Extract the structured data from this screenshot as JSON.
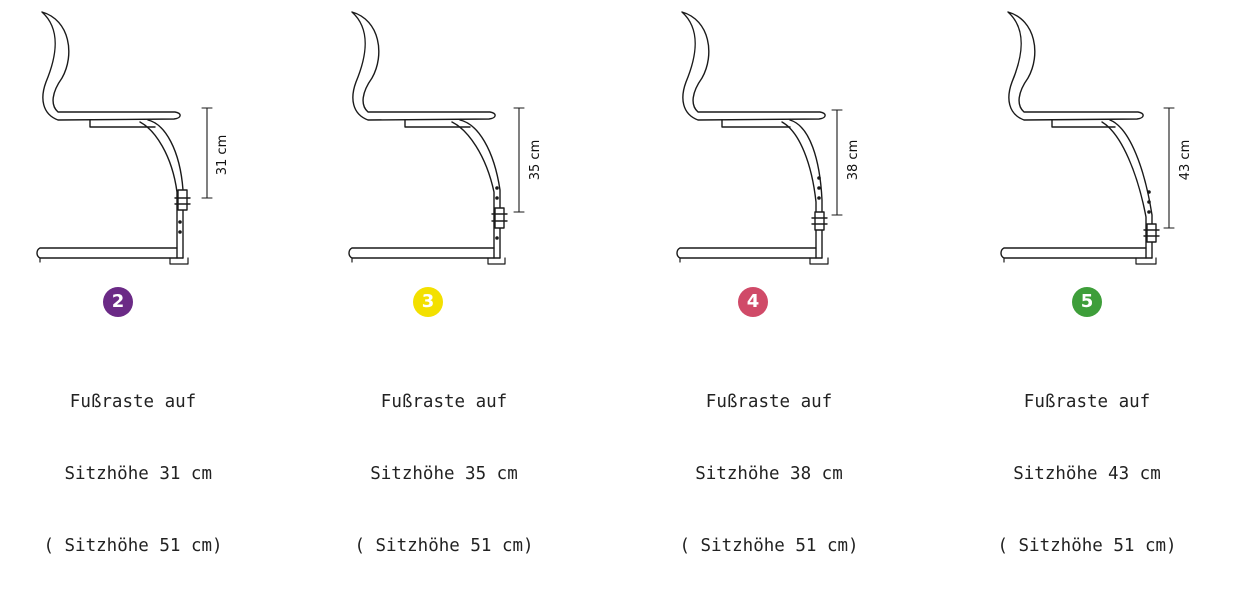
{
  "panels": [
    {
      "number": "2",
      "color": "#6b2a86",
      "height_label": "31 cm",
      "line1": "Fußraste auf",
      "line2": " Sitzhöhe 31 cm",
      "line3": "( Sitzhöhe 51 cm)"
    },
    {
      "number": "3",
      "color": "#f3e000",
      "height_label": "35 cm",
      "line1": "Fußraste auf",
      "line2": "Sitzhöhe 35 cm",
      "line3": "( Sitzhöhe 51 cm)"
    },
    {
      "number": "4",
      "color": "#d04a68",
      "height_label": "38 cm",
      "line1": "Fußraste auf",
      "line2": "Sitzhöhe 38 cm",
      "line3": "( Sitzhöhe 51 cm)"
    },
    {
      "number": "5",
      "color": "#3e9e3a",
      "height_label": "43 cm",
      "line1": "Fußraste auf",
      "line2": "Sitzhöhe 43 cm",
      "line3": "( Sitzhöhe 51 cm)"
    }
  ]
}
